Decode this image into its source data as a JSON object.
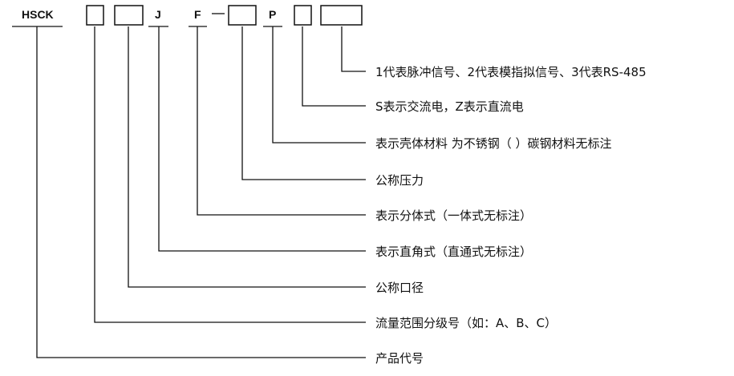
{
  "code": {
    "prefix": "HSCK",
    "j": "J",
    "f": "F",
    "dash": "—",
    "p": "P"
  },
  "descriptions": [
    "1代表脉冲信号、2代表模指拟信号、3代表RS-485",
    "S表示交流电，Z表示直流电",
    "表示壳体材料 为不锈钢（ ）碳钢材料无标注",
    "公称压力",
    "表示分体式（一体式无标注）",
    "表示直角式（直通式无标注）",
    "公称口径",
    "流量范围分级号（如：A、B、C）",
    "产品代号"
  ]
}
